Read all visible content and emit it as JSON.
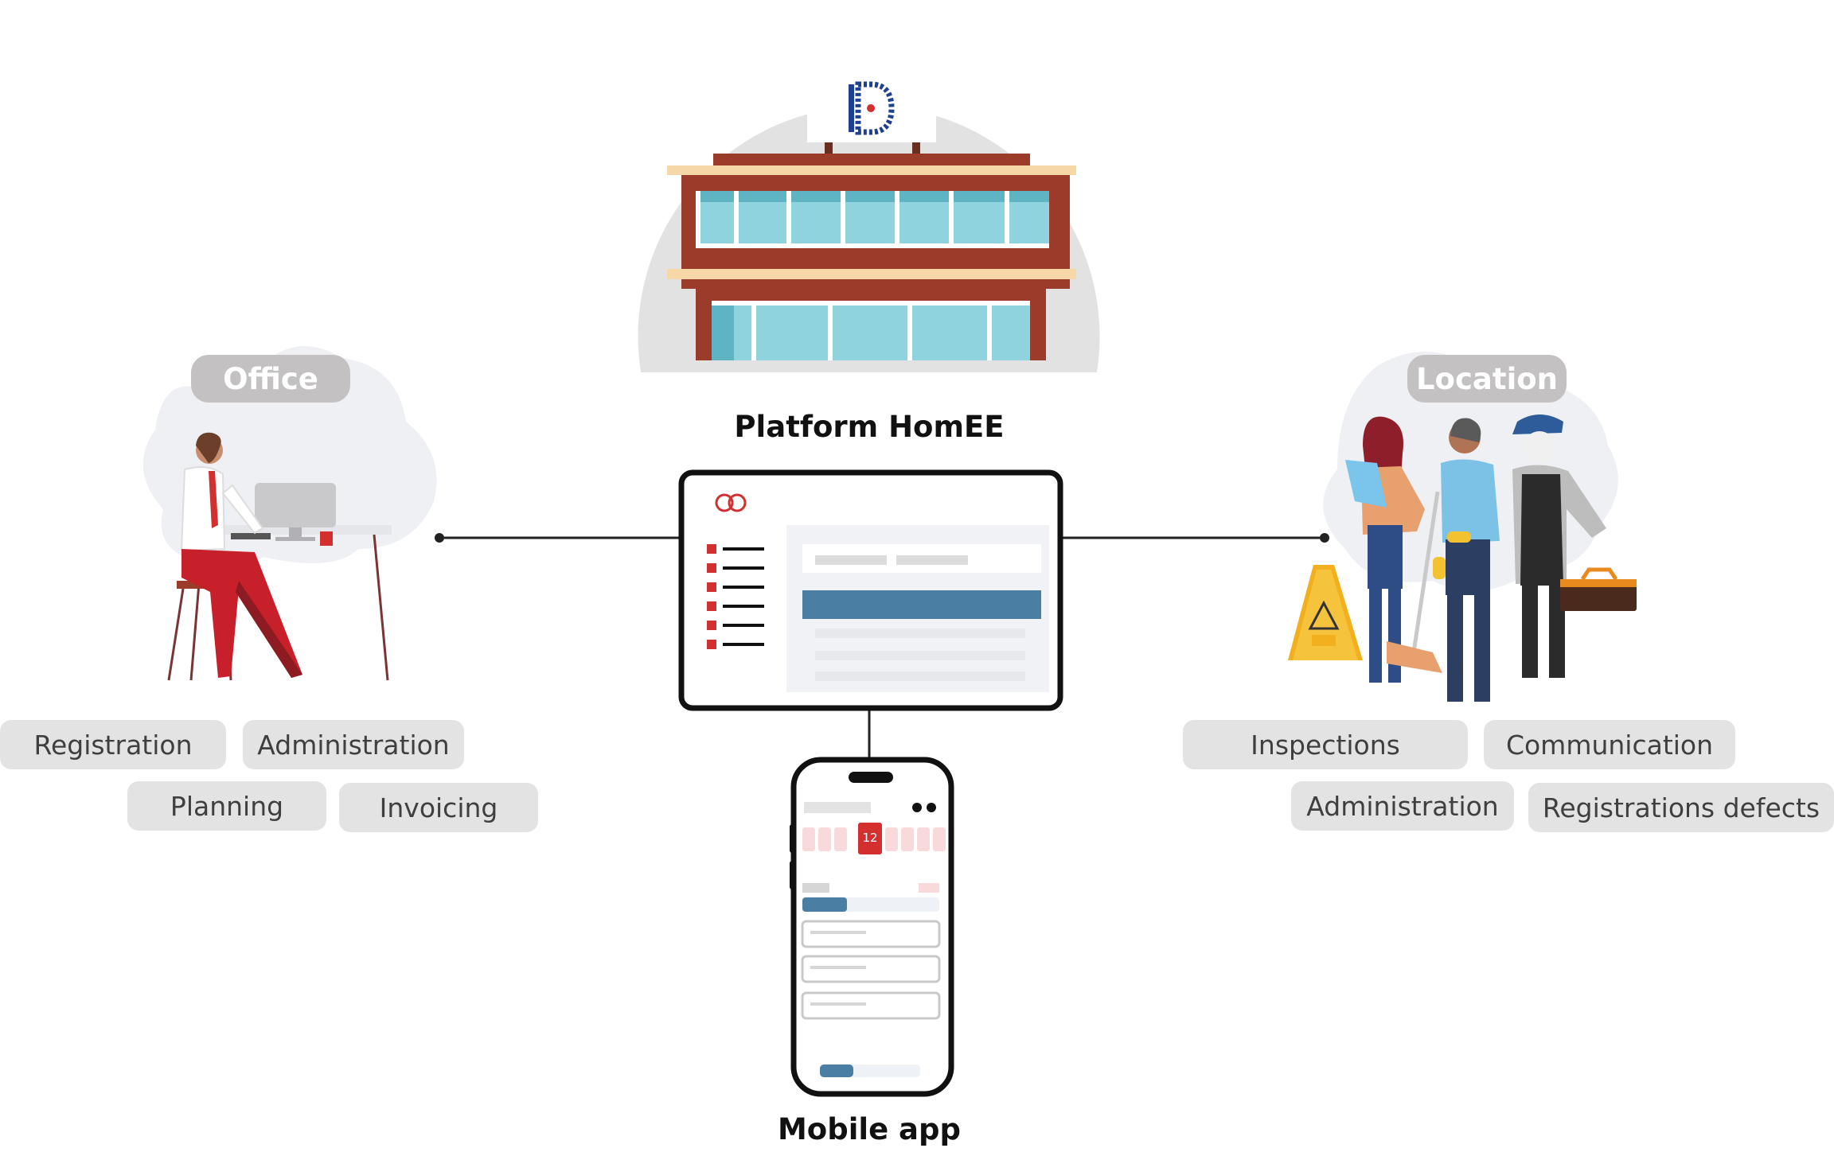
{
  "platform": {
    "title": "Platform HomEE"
  },
  "mobile": {
    "title": "Mobile app",
    "badge_number": "12"
  },
  "office": {
    "heading": "Office",
    "tags": [
      "Registration",
      "Administration",
      "Planning",
      "Invoicing"
    ]
  },
  "location": {
    "heading": "Location",
    "tags": [
      "Inspections",
      "Communication",
      "Administration",
      "Registrations defects"
    ]
  },
  "colors": {
    "brand_red": "#d32f2f",
    "pill_bg": "#e3e3e3",
    "heading_pill_bg": "#c4c1c2",
    "bar_blue": "#4a7ea3",
    "building_brick": "#9b3c2b",
    "window_blue": "#8fd3de"
  },
  "icons": [
    "building-logo-icon",
    "homee-logo-icon",
    "office-worker-illustration",
    "field-workers-illustration",
    "wet-floor-sign-icon",
    "toolbox-icon"
  ]
}
